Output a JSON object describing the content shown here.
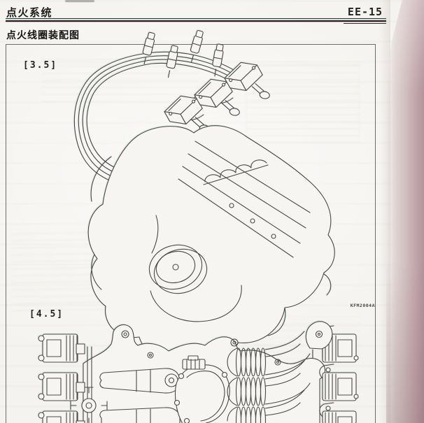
{
  "page": {
    "header": {
      "title": "点火系统",
      "page_code": "EE-15"
    },
    "section": {
      "title": "点火线圈装配图"
    },
    "figure": {
      "variants": [
        {
          "label": "[3.5]",
          "description": "ignition coil and spark plug wire routing on 3.5L engine"
        },
        {
          "label": "[4.5]",
          "description": "ignition coil mounting on 4.5L intake manifold"
        }
      ],
      "code": "KFM2004A"
    },
    "colors": {
      "paper": "#f5f3ef",
      "ink": "#1c1c1c",
      "line_art": "#4b4a4a",
      "box_border": "#6f6c68",
      "edge_light": "#ddd0d0",
      "edge_dark": "#b2939a"
    }
  }
}
